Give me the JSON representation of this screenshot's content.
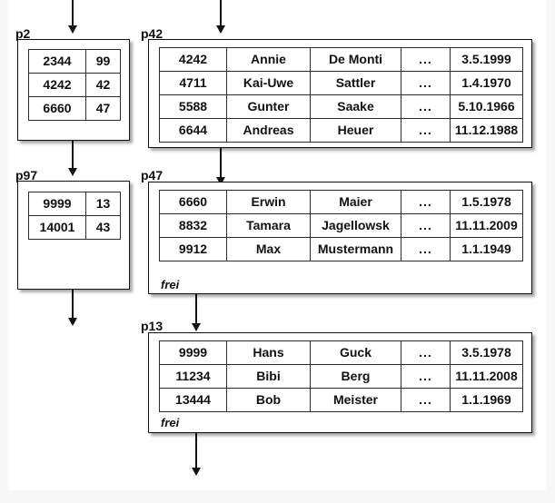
{
  "diagram": {
    "title": "Hash/index page chain diagram",
    "colors": {
      "page_background": "#ffffff",
      "canvas_background": "#f7f7f7",
      "stroke": "#111111",
      "cell_border": "#2b2b2b"
    },
    "free_space_label": "frei",
    "ellipsis": "...",
    "nodes": [
      {
        "id": "p2",
        "label": "p2",
        "kind": "index-page",
        "columns": 2,
        "rows": [
          {
            "cells": [
              "2344",
              "99"
            ]
          },
          {
            "cells": [
              "4242",
              "42"
            ]
          },
          {
            "cells": [
              "6660",
              "47"
            ]
          }
        ],
        "has_free_label": false
      },
      {
        "id": "p42",
        "label": "p42",
        "kind": "data-page",
        "columns": 5,
        "rows": [
          {
            "cells": [
              "4242",
              "Annie",
              "De Monti",
              "...",
              "3.5.1999"
            ]
          },
          {
            "cells": [
              "4711",
              "Kai-Uwe",
              "Sattler",
              "...",
              "1.4.1970"
            ]
          },
          {
            "cells": [
              "5588",
              "Gunter",
              "Saake",
              "...",
              "5.10.1966"
            ]
          },
          {
            "cells": [
              "6644",
              "Andreas",
              "Heuer",
              "...",
              "11.12.1988"
            ]
          }
        ],
        "has_free_label": false
      },
      {
        "id": "p97",
        "label": "p97",
        "kind": "index-page",
        "columns": 2,
        "rows": [
          {
            "cells": [
              "9999",
              "13"
            ]
          },
          {
            "cells": [
              "14001",
              "43"
            ]
          }
        ],
        "has_free_label": false
      },
      {
        "id": "p47",
        "label": "p47",
        "kind": "data-page",
        "columns": 5,
        "rows": [
          {
            "cells": [
              "6660",
              "Erwin",
              "Maier",
              "...",
              "1.5.1978"
            ]
          },
          {
            "cells": [
              "8832",
              "Tamara",
              "Jagellowsk",
              "...",
              "11.11.2009"
            ]
          },
          {
            "cells": [
              "9912",
              "Max",
              "Mustermann",
              "...",
              "1.1.1949"
            ]
          }
        ],
        "has_free_label": true
      },
      {
        "id": "p13",
        "label": "p13",
        "kind": "data-page",
        "columns": 5,
        "rows": [
          {
            "cells": [
              "9999",
              "Hans",
              "Guck",
              "...",
              "3.5.1978"
            ]
          },
          {
            "cells": [
              "11234",
              "Bibi",
              "Berg",
              "...",
              "11.11.2008"
            ]
          },
          {
            "cells": [
              "13444",
              "Bob",
              "Meister",
              "...",
              "1.1.1969"
            ]
          }
        ],
        "has_free_label": true
      }
    ],
    "arrows": [
      {
        "id": "into-p2",
        "name": "arrow-into-p2"
      },
      {
        "id": "into-p42",
        "name": "arrow-into-p42"
      },
      {
        "id": "p2-to-p97",
        "name": "arrow-p2-to-p97"
      },
      {
        "id": "p42-to-p47",
        "name": "arrow-p42-to-p47"
      },
      {
        "id": "p97-out",
        "name": "arrow-out-of-p97"
      },
      {
        "id": "p47-to-p13",
        "name": "arrow-p47-to-p13"
      },
      {
        "id": "p13-out",
        "name": "arrow-out-of-p13"
      }
    ]
  }
}
